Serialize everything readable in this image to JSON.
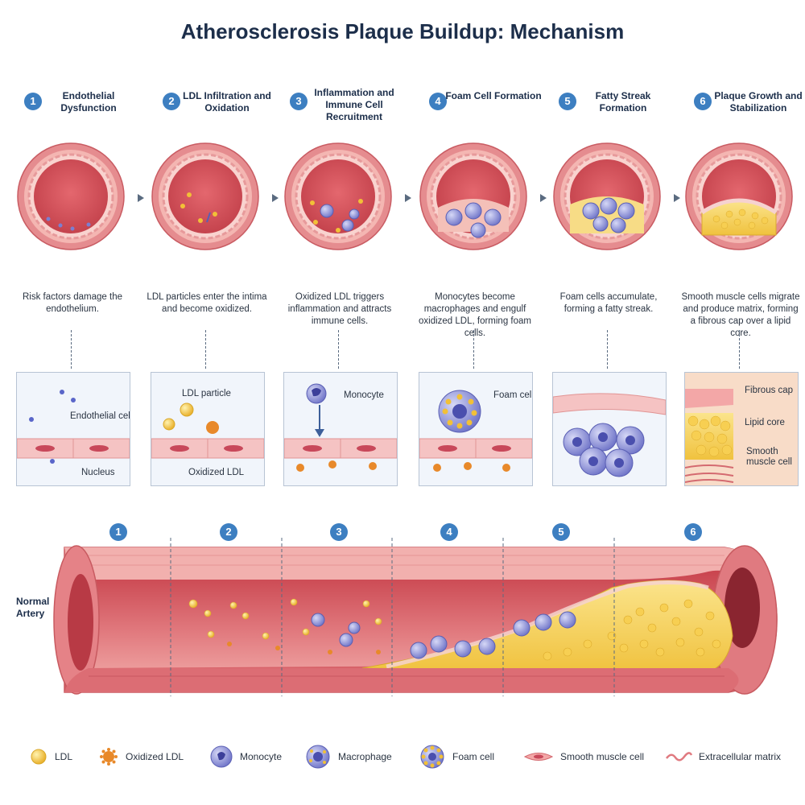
{
  "title": "Atherosclerosis Plaque Buildup: Mechanism",
  "stages": [
    {
      "num": "1",
      "title": "Endothelial Dysfunction",
      "caption": "Risk factors damage the endothelium.",
      "labels": [
        "Endothelial cell",
        "Nucleus"
      ]
    },
    {
      "num": "2",
      "title": "LDL Infiltration and Oxidation",
      "caption": "LDL particles enter the intima and become oxidized.",
      "labels": [
        "LDL particle",
        "Oxidized LDL"
      ]
    },
    {
      "num": "3",
      "title": "Inflammation and Immune Cell Recruitment",
      "caption": "Oxidized LDL triggers inflammation and attracts immune cells.",
      "labels": [
        "Monocyte"
      ]
    },
    {
      "num": "4",
      "title": "Foam Cell Formation",
      "caption": "Monocytes become macrophages and engulf oxidized LDL, forming foam cells.",
      "labels": [
        "Foam cell"
      ]
    },
    {
      "num": "5",
      "title": "Fatty Streak Formation",
      "caption": "Foam cells accumulate, forming a fatty streak.",
      "labels": []
    },
    {
      "num": "6",
      "title": "Plaque Growth and Stabilization",
      "caption": "Smooth muscle cells migrate and produce matrix, forming a fibrous cap over a lipid core.",
      "labels": [
        "Fibrous cap",
        "Lipid core",
        "Smooth muscle cell"
      ]
    }
  ],
  "artery": {
    "label": "Normal Artery",
    "segments": [
      "1",
      "2",
      "3",
      "4",
      "5",
      "6"
    ]
  },
  "legend": [
    {
      "icon": "ldl-icon",
      "label": "LDL"
    },
    {
      "icon": "oxidized-ldl-icon",
      "label": "Oxidized LDL"
    },
    {
      "icon": "monocyte-icon",
      "label": "Monocyte"
    },
    {
      "icon": "macrophage-icon",
      "label": "Macrophage"
    },
    {
      "icon": "foam-cell-icon",
      "label": "Foam cell"
    },
    {
      "icon": "smooth-muscle-cell-icon",
      "label": "Smooth muscle cell"
    },
    {
      "icon": "extracellular-matrix-icon",
      "label": "Extracellular matrix"
    }
  ],
  "colors": {
    "wall": "#e9898c",
    "lumen": "#d9565f",
    "ldl": "#f2c037",
    "oxidized_ldl": "#e8892a",
    "monocyte": "#7b7fd1",
    "badge": "#3d7fc1"
  }
}
